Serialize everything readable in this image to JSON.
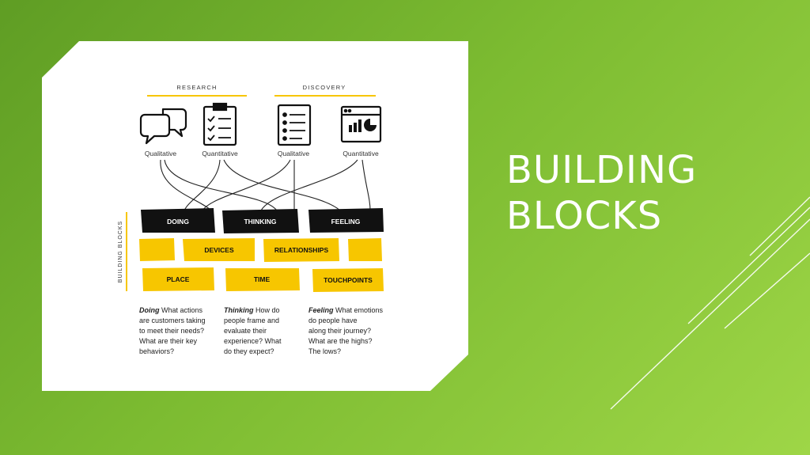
{
  "title": {
    "line1": "BUILDING",
    "line2": "BLOCKS"
  },
  "diagram": {
    "group_labels": {
      "research": "RESEARCH",
      "discovery": "DISCOVERY"
    },
    "side_label": "BUILDING BLOCKS",
    "methods": [
      "Qualitative",
      "Quantitative",
      "Qualitative",
      "Quantitative"
    ],
    "icons": [
      "chat-bubbles-icon",
      "clipboard-checklist-icon",
      "document-list-icon",
      "browser-chart-icon"
    ],
    "modes": [
      "DOING",
      "THINKING",
      "FEELING"
    ],
    "blocks_row1": [
      "DEVICES",
      "RELATIONSHIPS"
    ],
    "blocks_row2": [
      "PLACE",
      "TIME",
      "TOUCHPOINTS"
    ],
    "descriptions": [
      {
        "term": "Doing",
        "lines": [
          " What actions",
          "are customers taking",
          "to meet their needs?",
          "What are their key",
          "behaviors?"
        ]
      },
      {
        "term": "Thinking",
        "lines": [
          " How do",
          "people frame and",
          "evaluate their",
          "experience? What",
          "do they expect?"
        ]
      },
      {
        "term": "Feeling",
        "lines": [
          " What emotions",
          "do people have",
          "along their journey?",
          "What are the highs?",
          "The lows?"
        ]
      }
    ]
  },
  "colors": {
    "accent_yellow": "#f7c600",
    "dark_block": "#111111",
    "slide_green": "#7cbb31"
  }
}
